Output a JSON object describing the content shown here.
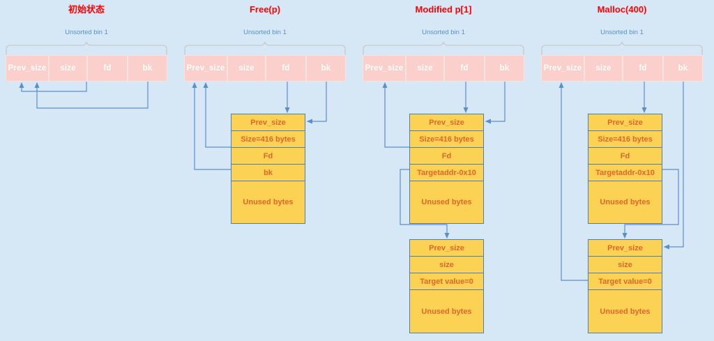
{
  "diagram": {
    "title_color": "#ff0000",
    "bin_label_color": "#5b8fc9",
    "chunk_fill": "#fcd254",
    "chunk_text": "#e2642a",
    "bin_fill": "#fbcfcb",
    "background": "#d6e7f5",
    "arrow_color": "#5b8fc9"
  },
  "columns": [
    {
      "title": "初始状态",
      "bin_label": "Unsorted bin 1",
      "bin_cells": [
        "Prev_size",
        "size",
        "fd",
        "bk"
      ],
      "chunks": []
    },
    {
      "title": "Free(p)",
      "bin_label": "Unsorted bin 1",
      "bin_cells": [
        "Prev_size",
        "size",
        "fd",
        "bk"
      ],
      "chunks": [
        {
          "rows": [
            "Prev_size",
            "Size=416 bytes",
            "Fd",
            "bk",
            "Unused bytes"
          ]
        }
      ]
    },
    {
      "title": "Modified p[1]",
      "bin_label": "Unsorted bin 1",
      "bin_cells": [
        "Prev_size",
        "size",
        "fd",
        "bk"
      ],
      "chunks": [
        {
          "rows": [
            "Prev_size",
            "Size=416 bytes",
            "Fd",
            "Targetaddr-0x10",
            "Unused bytes"
          ]
        },
        {
          "rows": [
            "Prev_size",
            "size",
            "Target value=0",
            "Unused bytes"
          ]
        }
      ]
    },
    {
      "title": "Malloc(400)",
      "bin_label": "Unsorted bin 1",
      "bin_cells": [
        "Prev_size",
        "size",
        "fd",
        "bk"
      ],
      "chunks": [
        {
          "rows": [
            "Prev_size",
            "Size=416 bytes",
            "Fd",
            "Targetaddr-0x10",
            "Unused bytes"
          ]
        },
        {
          "rows": [
            "Prev_size",
            "size",
            "Target value=0",
            "Unused bytes"
          ]
        }
      ]
    }
  ]
}
